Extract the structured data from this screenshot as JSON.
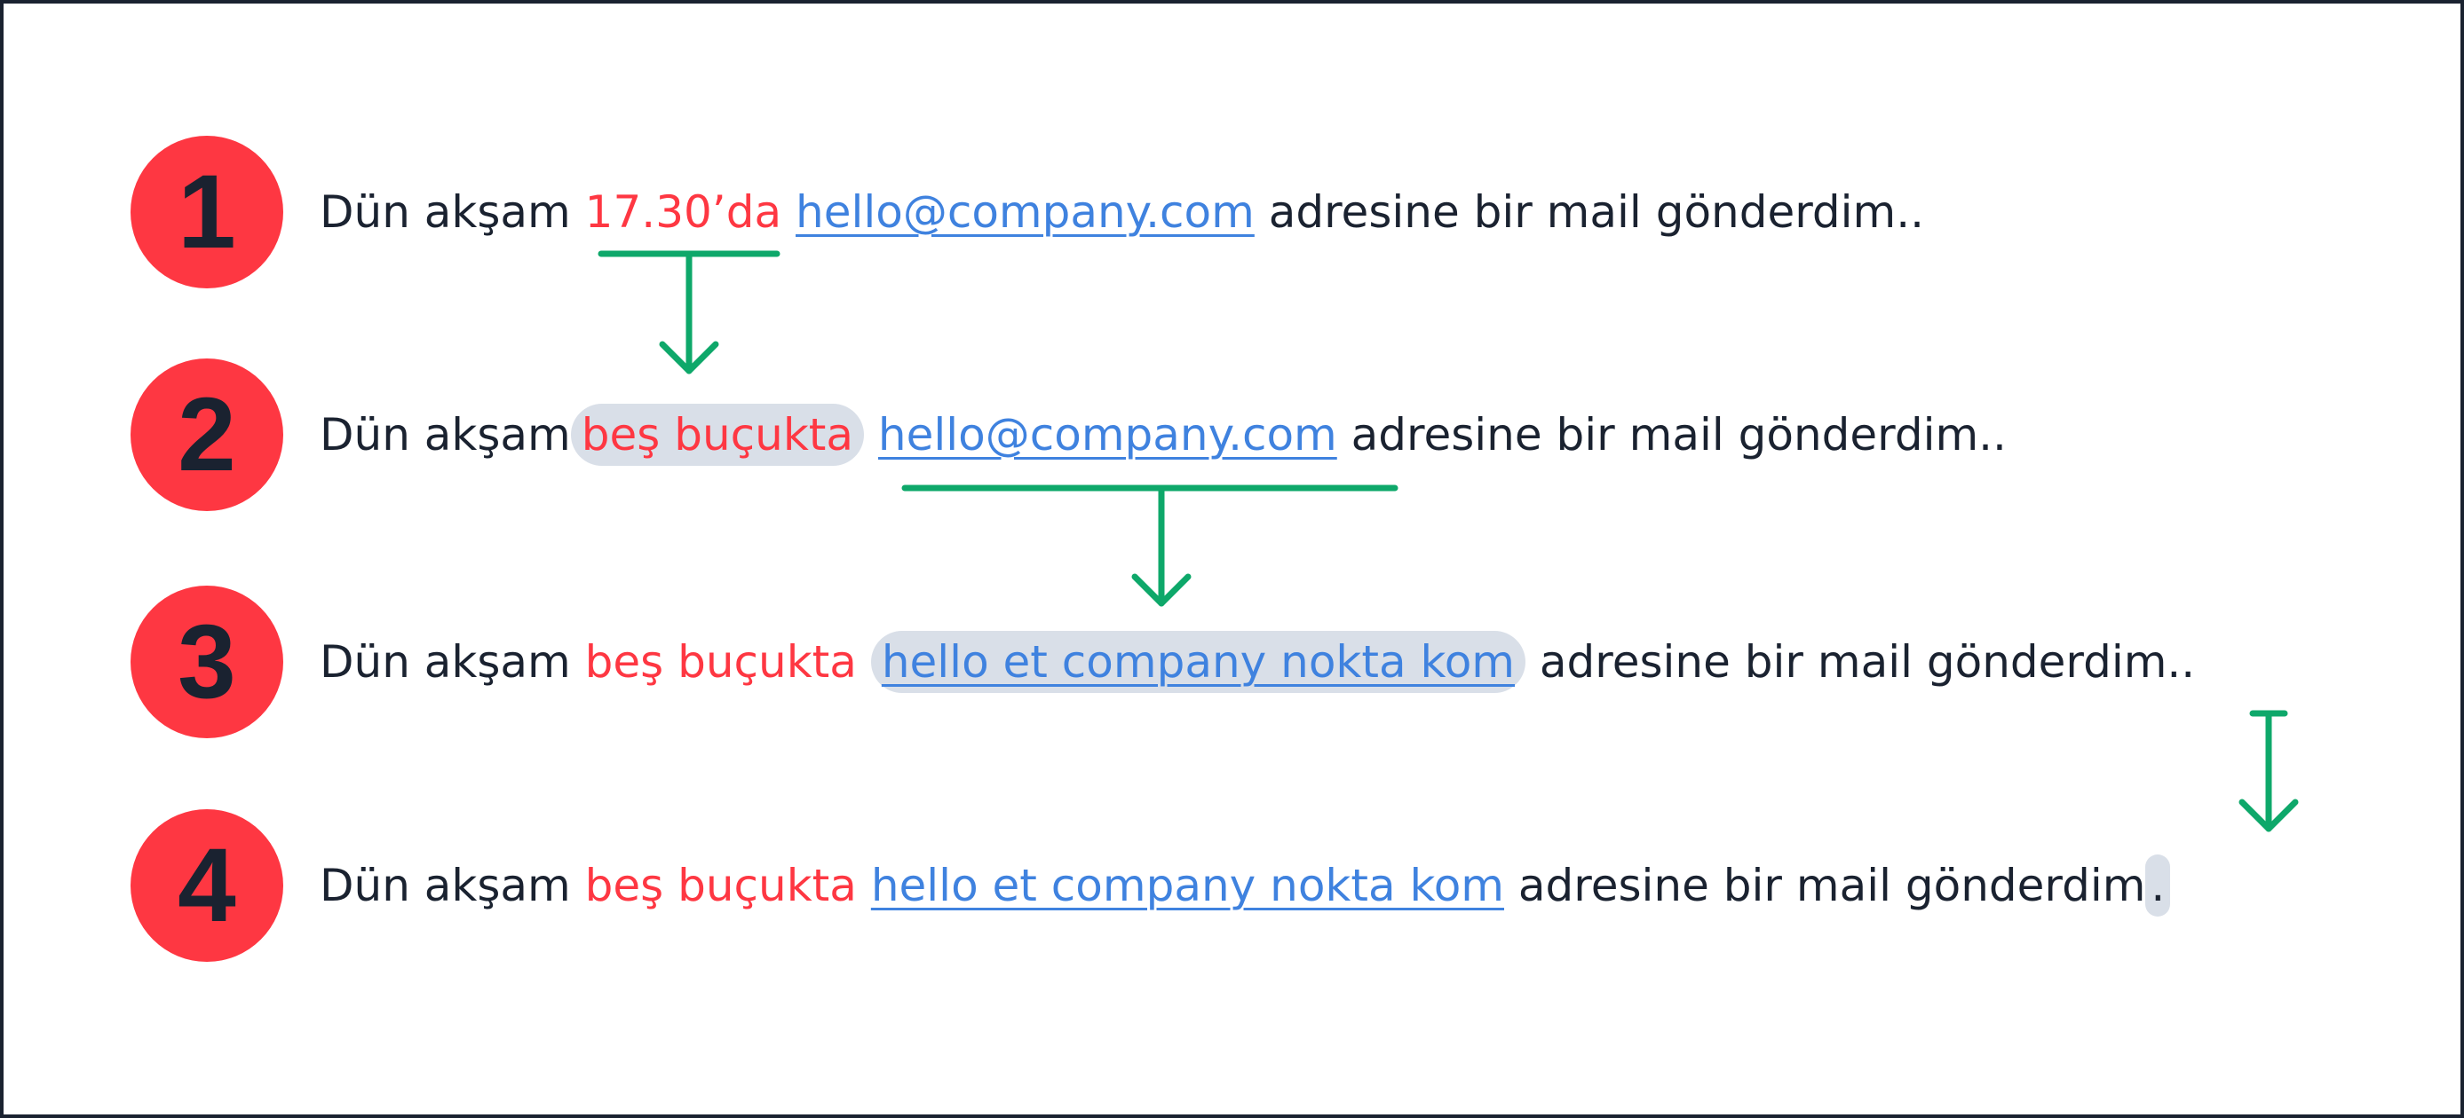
{
  "steps": [
    {
      "number": "1",
      "prefix": "Dün akşam ",
      "time": "17.30’da",
      "sep": " ",
      "email": "hello@company.com",
      "suffix": " adresine bir mail gönderdim..",
      "highlight": "none"
    },
    {
      "number": "2",
      "prefix": "Dün akşam",
      "time": "beş buçukta",
      "sep": " ",
      "email": "hello@company.com",
      "suffix": " adresine bir mail gönderdim..",
      "highlight": "time"
    },
    {
      "number": "3",
      "prefix": "Dün akşam ",
      "time": "beş buçukta",
      "sep": " ",
      "email": "hello et company nokta kom",
      "suffix": " adresine bir mail gönderdim..",
      "highlight": "email"
    },
    {
      "number": "4",
      "prefix": "Dün akşam ",
      "time": "beş buçukta",
      "sep": " ",
      "email": "hello et company nokta kom",
      "suffix_main": " adresine bir mail gönderdim",
      "suffix_end": ".",
      "highlight": "final-period"
    }
  ],
  "colors": {
    "background": "#ffffff",
    "border": "#1a2230",
    "badge": "#fe3742",
    "text": "#1a2230",
    "time_text": "#fe3742",
    "email_text": "#3f82df",
    "highlight": "#d9dfe8",
    "arrow": "#0ea86a"
  }
}
